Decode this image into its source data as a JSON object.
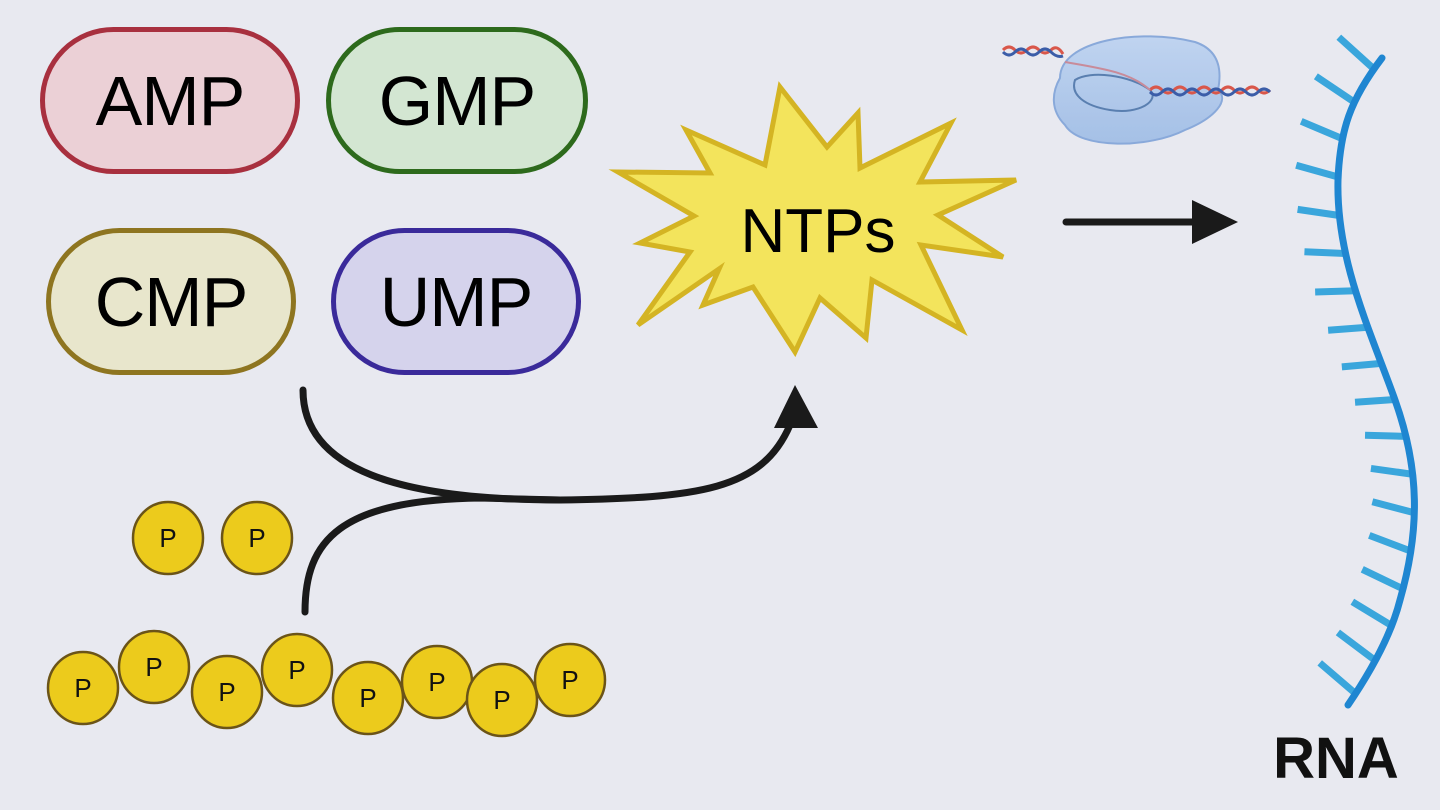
{
  "diagram": {
    "title": "Nucleotide salvage to RNA synthesis",
    "monophosphates": [
      {
        "label": "AMP",
        "stroke": "#a8303f",
        "fill": "#ebd0d6"
      },
      {
        "label": "GMP",
        "stroke": "#2d6a1c",
        "fill": "#d3e6d2"
      },
      {
        "label": "CMP",
        "stroke": "#8e7520",
        "fill": "#e8e6cc"
      },
      {
        "label": "UMP",
        "stroke": "#3a2a9a",
        "fill": "#d5d3ec"
      }
    ],
    "ntps": {
      "label": "NTPs",
      "fill": "#f3e45c",
      "stroke": "#d4b423"
    },
    "phosphate": {
      "label": "P",
      "fill": "#eccb1c",
      "stroke": "#6b5418"
    },
    "free_phosphate_count": 2,
    "polyphosphate_count": 8,
    "rna": {
      "label": "RNA",
      "backbone_color": "#1f86d1",
      "base_color": "#3aa6dc",
      "base_count": 18
    },
    "polymerase": {
      "fill": "#a9c4ea",
      "stroke": "#7fa3d8"
    },
    "colors": {
      "background": "#e8e9f0",
      "arrow": "#1a1a1a"
    }
  }
}
